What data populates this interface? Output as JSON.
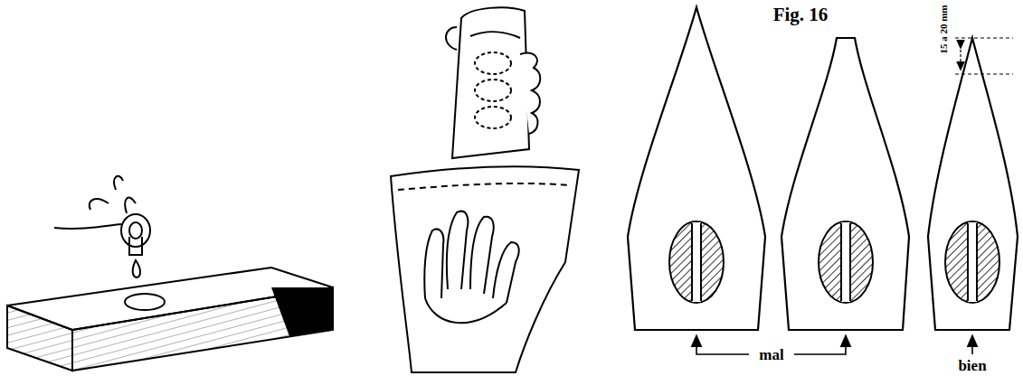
{
  "diagram": {
    "labels": [
      "Fig. 16",
      "15 a 20 mm",
      "mal",
      "bien"
    ]
  }
}
